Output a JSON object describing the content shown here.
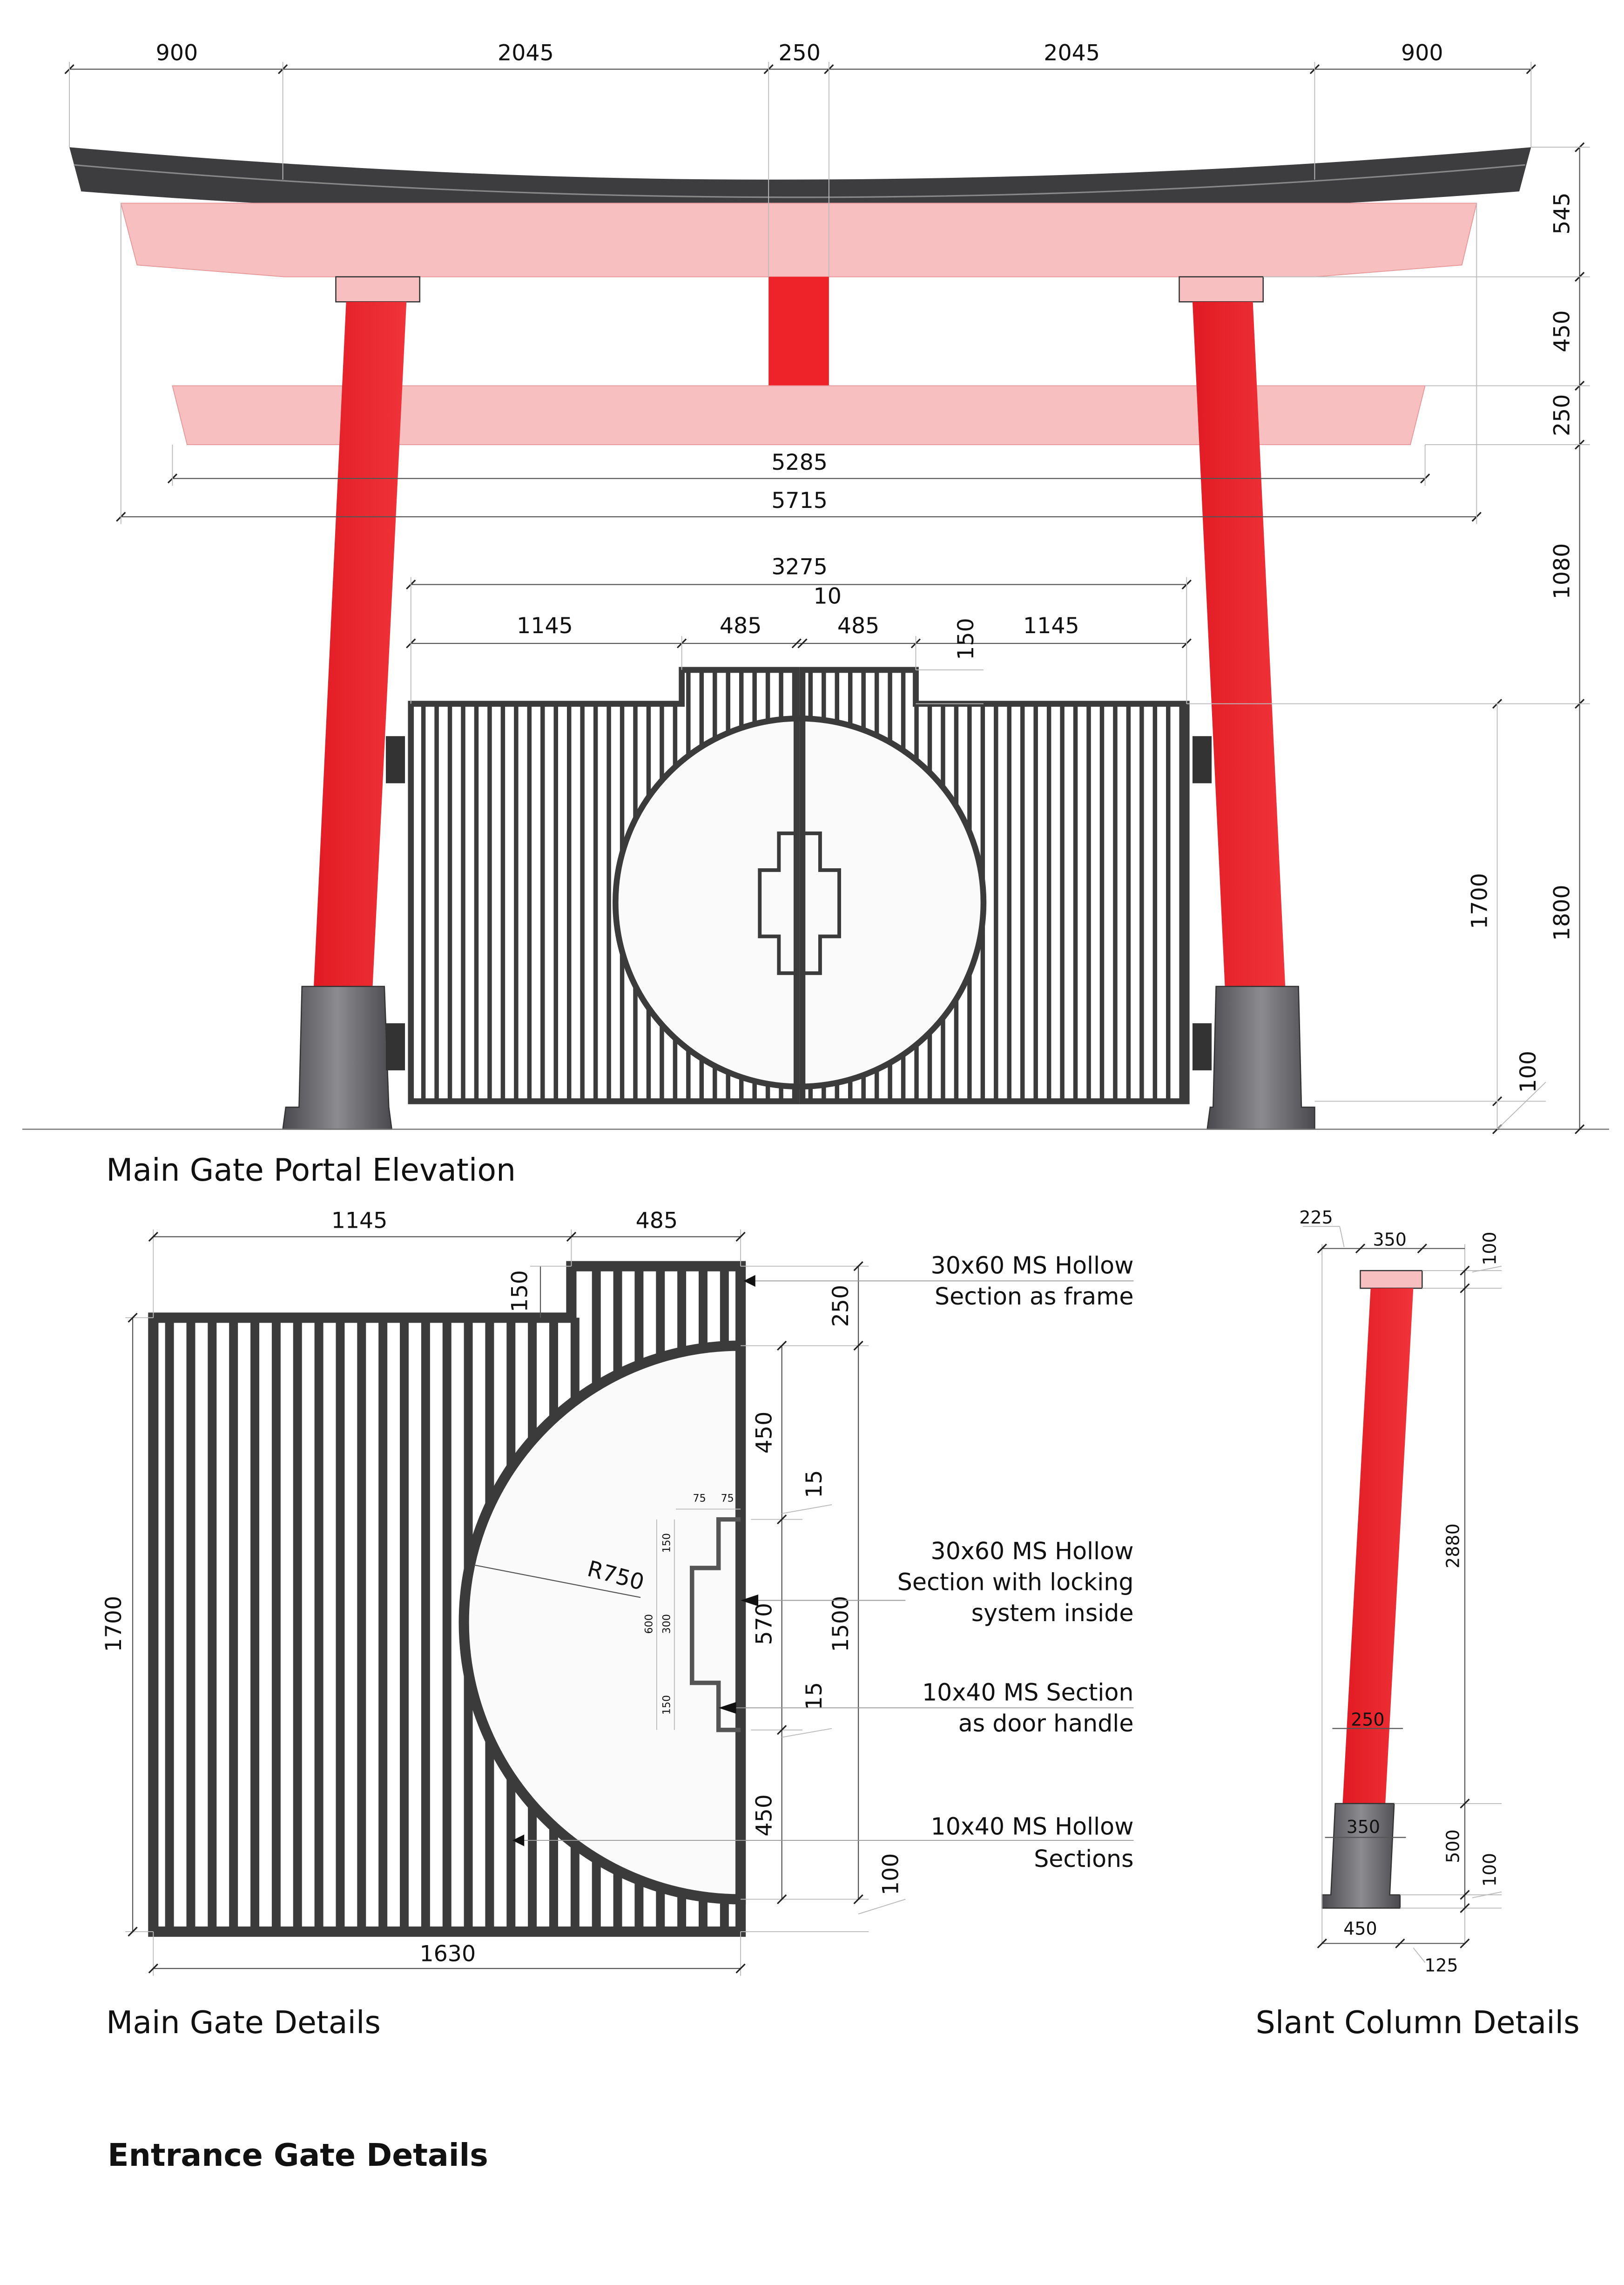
{
  "colors": {
    "red": "#ee2229",
    "pink": "#f7bfc0",
    "roof": "#3d3d3f",
    "base": "#5f5f63",
    "frame": "#3b3b3b"
  },
  "elevation": {
    "title": "Main Gate Portal Elevation",
    "top_dims": [
      "900",
      "2045",
      "250",
      "2045",
      "900"
    ],
    "right_dims": [
      "545",
      "450",
      "250",
      "1080",
      "1800",
      "1700",
      "100"
    ],
    "beam_dims": [
      "5285",
      "5715"
    ],
    "gate_dims": {
      "overall": "3275",
      "gap": "10",
      "parts": [
        "1145",
        "485",
        "485",
        "1145"
      ],
      "step": "150"
    }
  },
  "details": {
    "title": "Main Gate Details",
    "dims": {
      "top_left": "1145",
      "top_right": "485",
      "step": "150",
      "height": "1700",
      "width": "1630",
      "radius": "R750",
      "right": [
        "250",
        "450",
        "15",
        "570",
        "1500",
        "15",
        "450",
        "100"
      ],
      "handle": [
        "75",
        "75",
        "150",
        "600",
        "300",
        "150"
      ]
    },
    "notes": [
      {
        "lines": [
          "30x60 MS Hollow",
          "Section as frame"
        ]
      },
      {
        "lines": [
          "30x60 MS Hollow",
          "Section with locking",
          "system inside"
        ]
      },
      {
        "lines": [
          "10x40 MS Section",
          "as door handle"
        ]
      },
      {
        "lines": [
          "10x40 MS Hollow",
          "Sections"
        ]
      }
    ]
  },
  "column": {
    "title": "Slant Column Details",
    "dims": [
      "225",
      "350",
      "100",
      "2880",
      "250",
      "350",
      "500",
      "100",
      "450",
      "125"
    ]
  },
  "sheet_title": "Entrance Gate Details"
}
